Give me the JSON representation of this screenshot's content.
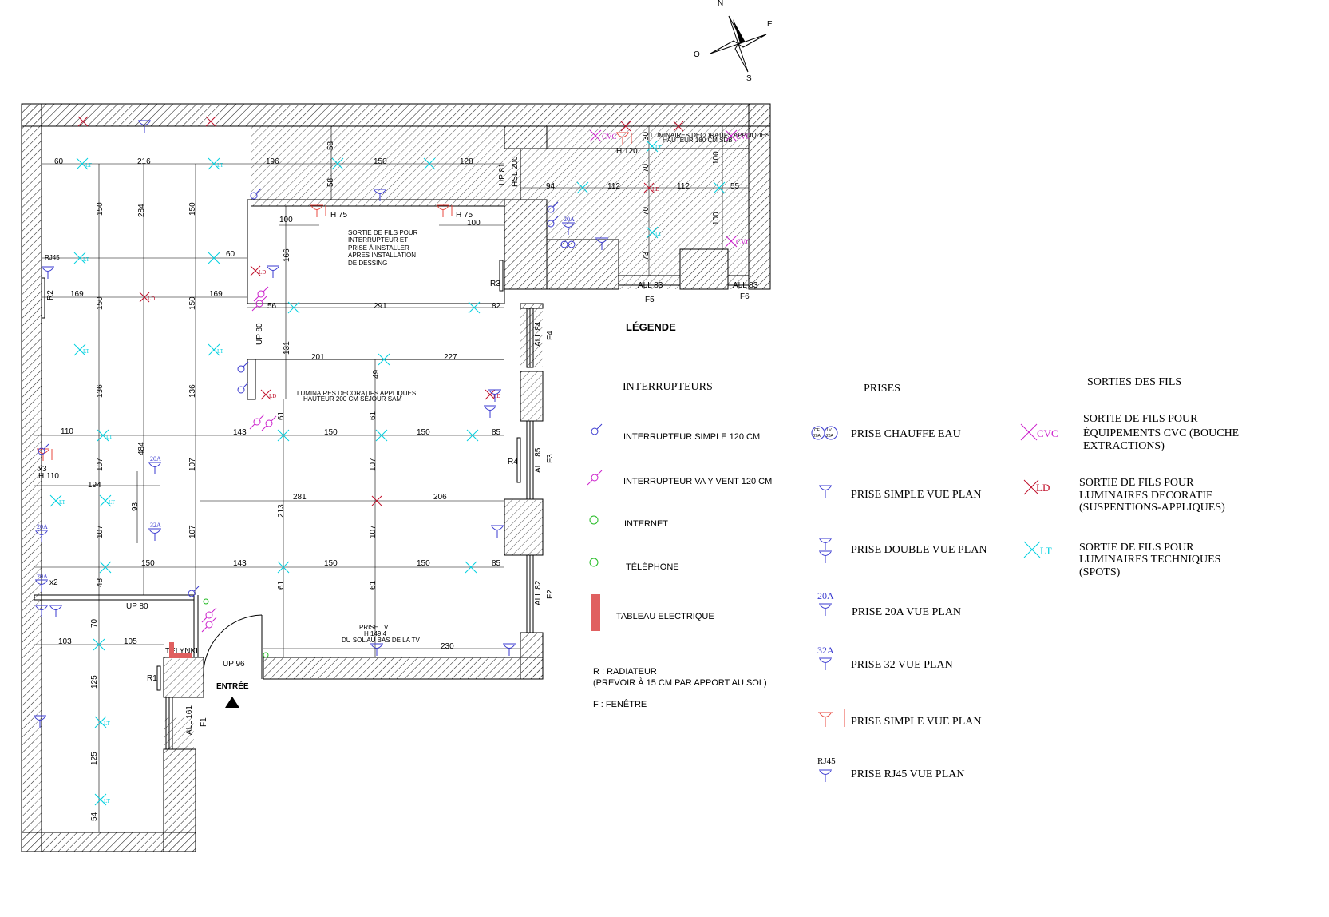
{
  "compass": {
    "n": "N",
    "e": "E",
    "s": "S",
    "o": "O"
  },
  "plan": {
    "dims_h": [
      "60",
      "216",
      "196",
      "150",
      "128",
      "94",
      "112",
      "112",
      "55",
      "169",
      "169",
      "60",
      "291",
      "56",
      "82",
      "201",
      "227",
      "110",
      "194",
      "143",
      "150",
      "150",
      "85",
      "281",
      "206",
      "150",
      "143",
      "150",
      "150",
      "85",
      "103",
      "105",
      "230",
      "100",
      "100"
    ],
    "dims_v": [
      "150",
      "284",
      "150",
      "150",
      "150",
      "136",
      "136",
      "107",
      "107",
      "107",
      "107",
      "107",
      "107",
      "484",
      "93",
      "48",
      "70",
      "125",
      "125",
      "54",
      "58",
      "58",
      "166",
      "131",
      "49",
      "61",
      "61",
      "213",
      "61",
      "61",
      "30",
      "70",
      "70",
      "73",
      "100",
      "100"
    ],
    "labels": {
      "up81": "UP 81",
      "hsl200": "HSL 200",
      "up80a": "UP 80",
      "up80b": "UP 80",
      "up96": "UP 96",
      "all84": "ALL 84",
      "all85": "ALL 85",
      "all82": "ALL 82",
      "all83a": "ALL 83",
      "all83b": "ALL 83",
      "all161": "ALL 161",
      "f1": "F1",
      "f2": "F2",
      "f3": "F3",
      "f4": "F4",
      "f5": "F5",
      "f6": "F6",
      "r1": "R1",
      "r2": "R2",
      "r3": "R3",
      "r4": "R4",
      "h75a": "H 75",
      "h75b": "H 75",
      "h120": "H 120",
      "h110": "H 110",
      "x3": "x3",
      "x2": "x2",
      "rj45": "RJ45",
      "sortie": [
        "SORTIE DE FILS POUR",
        "INTERRUPTEUR ET",
        "PRISE À INSTALLER",
        "APRES INSTALLATION",
        "DE DESSING"
      ],
      "prisetv": [
        "PRISE TV",
        "H 149,4",
        "DU SOL AU BAS DE LA TV"
      ],
      "lum1": [
        "LUMINAIRES DECORATIFS APPLIQUES",
        "HAUTEUR 200 CM SÉJOUR SAM"
      ],
      "lum2": [
        "LUMINAIRES DECORATIFS APPLIQUES",
        "HAUTEUR 180 CM SDB"
      ],
      "entree": "ENTRÉE",
      "telynki": "TELYNKI"
    },
    "tags": {
      "lt": "LT",
      "ld": "LD",
      "cvc": "CVC",
      "a20": "20A",
      "a32": "32A"
    }
  },
  "legend": {
    "title": "LÉGENDE",
    "interrupteurs": {
      "heading": "INTERRUPTEURS",
      "items": [
        "INTERRUPTEUR SIMPLE 120 CM",
        "INTERRUPTEUR VA Y VENT 120 CM",
        "INTERNET",
        "TÉLÉPHONE",
        "TABLEAU ELECTRIQUE"
      ]
    },
    "prises": {
      "heading": "PRISES",
      "items": [
        "PRISE CHAUFFE EAU",
        "PRISE SIMPLE VUE PLAN",
        "PRISE DOUBLE VUE PLAN",
        "PRISE 20A VUE PLAN",
        "PRISE 32 VUE PLAN",
        "PRISE SIMPLE VUE PLAN",
        "PRISE RJ45 VUE PLAN"
      ],
      "icon_labels": {
        "a20": "20A",
        "a32": "32A",
        "rj45": "RJ45",
        "ce": "CE",
        "lv": "LV",
        "amp": "20A"
      }
    },
    "sorties": {
      "heading": "SORTIES DES FILS",
      "items": [
        [
          "SORTIE DE FILS POUR",
          "ÉQUIPEMENTS CVC (BOUCHE",
          "EXTRACTIONS)"
        ],
        [
          "SORTIE DE FILS POUR",
          "LUMINAIRES DECORATIF",
          "(SUSPENTIONS-APPLIQUES)"
        ],
        [
          "SORTIE DE FILS POUR",
          "LUMINAIRES TECHNIQUES",
          "(SPOTS)"
        ]
      ]
    },
    "notes": [
      "R : RADIATEUR",
      "(PREVOIR À 15 CM PAR APPORT AU SOL)",
      "F : FENÊTRE"
    ]
  },
  "colors": {
    "lt": "#00d0e0",
    "ld": "#c0102a",
    "cvc": "#cc22cc",
    "blue": "#3a3ad0",
    "red": "#e8483f",
    "tableau": "#e06060"
  }
}
